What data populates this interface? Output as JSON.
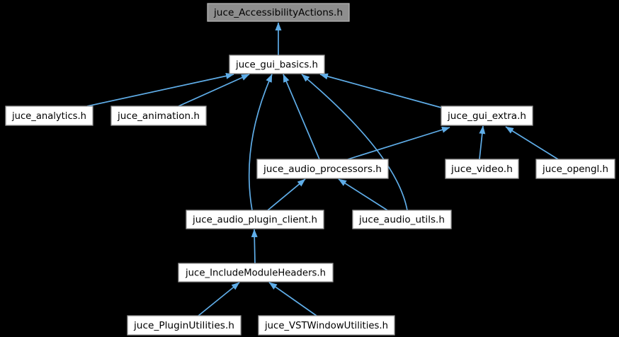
{
  "colors": {
    "background": "#000000",
    "edge": "#5fade8",
    "node-fill": "#ffffff",
    "node-border": "#9a9a9a",
    "focus-fill": "#8e8e8e",
    "focus-border": "#b4b4b4",
    "text": "#000000"
  },
  "nodes": {
    "accessibility_actions": {
      "label": "juce_AccessibilityActions.h"
    },
    "gui_basics": {
      "label": "juce_gui_basics.h"
    },
    "analytics": {
      "label": "juce_analytics.h"
    },
    "animation": {
      "label": "juce_animation.h"
    },
    "gui_extra": {
      "label": "juce_gui_extra.h"
    },
    "audio_processors": {
      "label": "juce_audio_processors.h"
    },
    "video": {
      "label": "juce_video.h"
    },
    "opengl": {
      "label": "juce_opengl.h"
    },
    "audio_plugin_client": {
      "label": "juce_audio_plugin_client.h"
    },
    "audio_utils": {
      "label": "juce_audio_utils.h"
    },
    "include_module_headers": {
      "label": "juce_IncludeModuleHeaders.h"
    },
    "plugin_utilities": {
      "label": "juce_PluginUtilities.h"
    },
    "vst_window_utilities": {
      "label": "juce_VSTWindowUtilities.h"
    }
  }
}
